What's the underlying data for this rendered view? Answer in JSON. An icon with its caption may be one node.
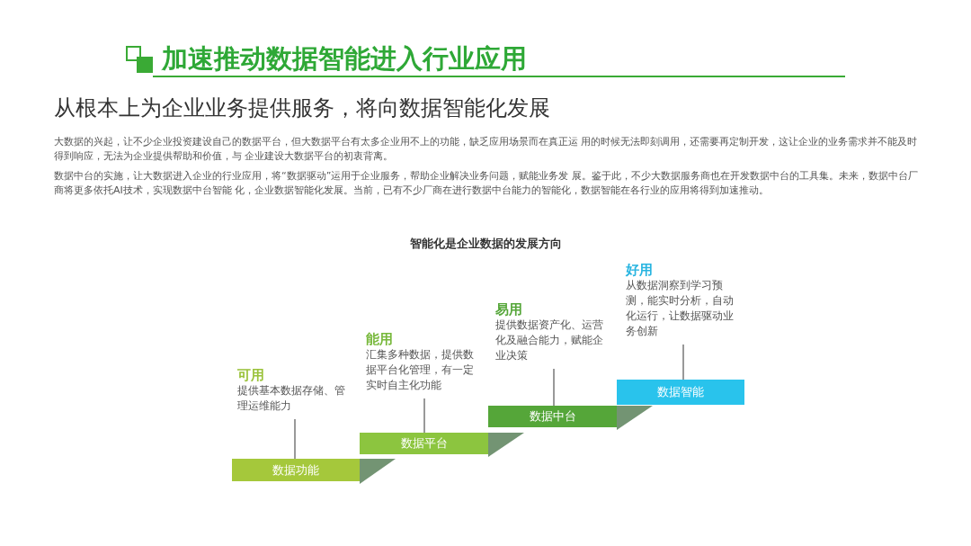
{
  "diagram": {
    "title": "加速推动数据智能进入行业应用",
    "nodes": [
      {
        "text": [
          "数据功能"
        ]
      },
      {
        "text": [
          "数据平台"
        ]
      },
      {
        "text": [
          "数据中台"
        ]
      },
      {
        "text": [
          "数据智能"
        ]
      },
      {
        "text": [
          "可用",
          "提供基本数据存储、管理运维能力"
        ]
      },
      {
        "text": [
          "能用",
          "汇集多种数据，提供数据平台化管理，有一定实时自主化功能"
        ]
      },
      {
        "text": [
          "易用",
          "提供数据资产化、运营化及融合能力，赋能企业决策"
        ]
      },
      {
        "text": [
          "好用",
          "从数据洞察到学习预测，能实时分析，自动化运行，让数据驱动业务创新"
        ]
      }
    ],
    "edges": [
      {
        "from": 4,
        "to": 0,
        "arrow": "none"
      },
      {
        "from": 5,
        "to": 1,
        "arrow": "none"
      },
      {
        "from": 6,
        "to": 2,
        "arrow": "none"
      },
      {
        "from": 7,
        "to": 3,
        "arrow": "none"
      }
    ],
    "labels": [
      "从根本上为企业业务提供服务，将向数据智能化发展",
      "大数据的兴起，让不少企业投资建设自己的数据平台，但大数据平台有太多企业用不上的功能，缺乏应用场景而在真正运 用的时候无法即刻调用，还需要再定制开发，这让企业的业务需求并不能及时得到响应，无法为企业提供帮助和价值，与 企业建设大数据平台的初衷背离。",
      "数据中台的实施，让大数据进入企业的行业应用，将“数据驱动”运用于企业服务，帮助企业解决业务问题，赋能业务发 展。鉴于此，不少大数据服务商也在开发数据中台的工具集。未来，数据中台厂商将更多依托AI技术，实现数据中台智能 化，企业数据智能化发展。当前，已有不少厂商在进行数据中台能力的智能化，数据智能在各行业的应用将得到加速推动。",
      "智能化是企业数据的发展方向"
    ]
  }
}
